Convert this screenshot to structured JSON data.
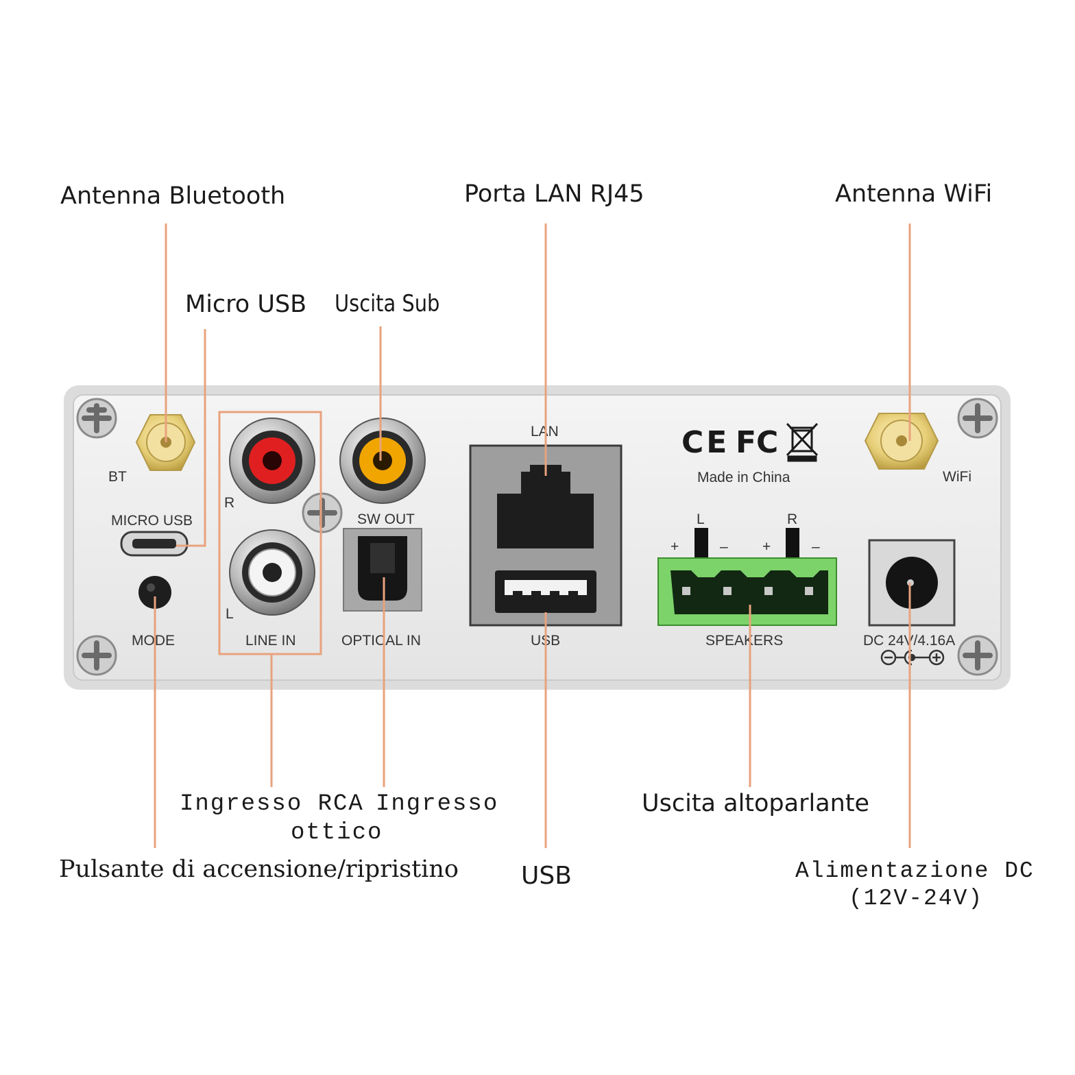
{
  "callouts": {
    "antenna_bluetooth": "Antenna Bluetooth",
    "porta_lan": "Porta LAN RJ45",
    "antenna_wifi": "Antenna WiFi",
    "micro_usb": "Micro USB",
    "uscita_sub": "Uscita Sub",
    "ingresso_rca": "Ingresso RCA",
    "ingresso_ottico_1": "Ingresso",
    "ingresso_ottico_2": "ottico",
    "uscita_altoparlante": "Uscita altoparlante",
    "pulsante": "Pulsante di accensione/ripristino",
    "usb": "USB",
    "alimentazione_1": "Alimentazione DC",
    "alimentazione_2": "(12V-24V)"
  },
  "panel": {
    "bt": "BT",
    "wifi": "WiFi",
    "micro_usb": "MICRO USB",
    "mode": "MODE",
    "line_in": "LINE IN",
    "r": "R",
    "l": "L",
    "sw_out": "SW OUT",
    "optical_in": "OPTICAL IN",
    "lan": "LAN",
    "usb": "USB",
    "made_in": "Made in China",
    "spk_l": "L",
    "spk_r": "R",
    "plus_1": "+",
    "minus_1": "–",
    "plus_2": "+",
    "minus_2": "–",
    "speakers": "SPEAKERS",
    "dc": "DC 24V/4.16A",
    "ce": "CE",
    "fc": "FC"
  },
  "colors": {
    "leader": "#e8a27c",
    "panel": "#ececec",
    "gold": "#e6cf7a",
    "terminal": "#7cd36a",
    "rca_red": "#e02020",
    "rca_yellow": "#f0a500"
  }
}
